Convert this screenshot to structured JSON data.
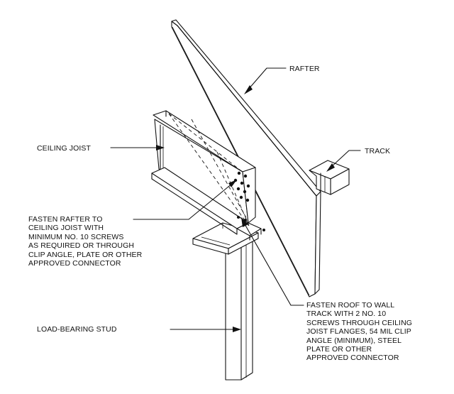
{
  "labels": {
    "rafter": "RAFTER",
    "ceiling_joist": "CEILING JOIST",
    "track": "TRACK",
    "fasten_rafter": [
      "FASTEN RAFTER TO",
      "CEILING JOIST WITH",
      "MINIMUM NO. 10 SCREWS",
      "AS REQUIRED OR THROUGH",
      "CLIP ANGLE, PLATE OR OTHER",
      "APPROVED CONNECTOR"
    ],
    "fasten_roof": [
      "FASTEN ROOF TO WALL",
      "TRACK WITH 2 NO. 10",
      "SCREWS THROUGH CEILING",
      "JOIST FLANGES, 54 MIL CLIP",
      "ANGLE (MINIMUM), STEEL",
      "PLATE OR OTHER",
      "APPROVED CONNECTOR"
    ],
    "stud": "LOAD-BEARING STUD"
  }
}
